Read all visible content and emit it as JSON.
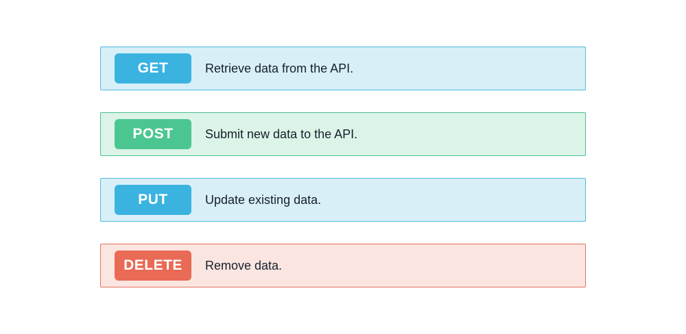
{
  "page": {
    "background": "#ffffff",
    "badge_text_color": "#ffffff",
    "description_text_color": "#16202c"
  },
  "rows": [
    {
      "method": "GET",
      "description": "Retrieve data from the API.",
      "badge_color": "#3ab3e0",
      "row_bg": "#d8eff8",
      "border_color": "#4eb9dd"
    },
    {
      "method": "POST",
      "description": "Submit new data to the API.",
      "badge_color": "#4cc690",
      "row_bg": "#dcf3e8",
      "border_color": "#49bf90"
    },
    {
      "method": "PUT",
      "description": "Update existing data.",
      "badge_color": "#3ab3e0",
      "row_bg": "#d8eff8",
      "border_color": "#4eb9dd"
    },
    {
      "method": "DELETE",
      "description": "Remove data.",
      "badge_color": "#e96a55",
      "row_bg": "#fbe5e1",
      "border_color": "#e4705e"
    }
  ]
}
